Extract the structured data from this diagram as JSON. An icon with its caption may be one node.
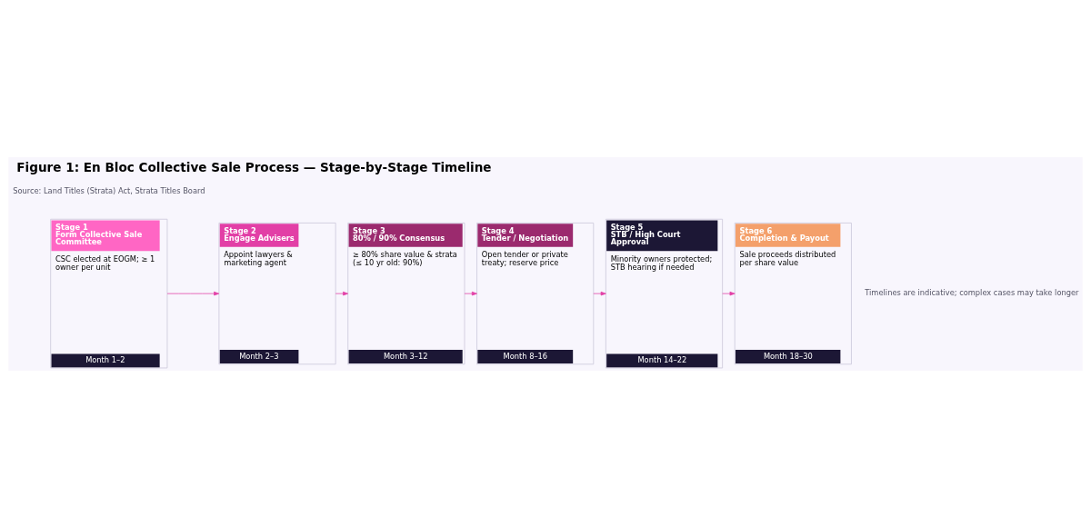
{
  "diagram": {
    "title": "Figure 1: En Bloc Collective Sale Process — Stage-by-Stage Timeline",
    "caption": "Timelines are indicative; complex cases may take longer",
    "nodes": [
      {
        "text": [
          "Stage 1",
          "Form Collective Sale Committee",
          "CSC elected at EOGM; ≥ 1 owner per unit",
          "Month 1–2"
        ]
      },
      {
        "text": [
          "Stage 2",
          "Engage Advisers",
          "Appoint lawyers & marketing agent",
          "Month 2–3"
        ]
      },
      {
        "text": [
          "Stage 3",
          "80% / 90% Consensus",
          "≥ 80% share value & strata (≤ 10 yr old: 90%)",
          "Month 3–12"
        ]
      },
      {
        "text": [
          "Stage 4",
          "Tender / Negotiation",
          "Open tender or private treaty; reserve price",
          "Month 8–16"
        ]
      },
      {
        "text": [
          "Stage 5",
          "STB / High Court Approval",
          "Minority owners protected; STB hearing if needed",
          "Month 14–22"
        ]
      },
      {
        "text": [
          "Stage 6",
          "Completion & Payout",
          "Sale proceeds distributed per share value",
          "Month 18–30"
        ]
      }
    ],
    "edges": [
      {
        "from": 0,
        "to": 1,
        "arrow": "to"
      },
      {
        "from": 1,
        "to": 2,
        "arrow": "to"
      },
      {
        "from": 2,
        "to": 3,
        "arrow": "to"
      },
      {
        "from": 3,
        "to": 4,
        "arrow": "to"
      },
      {
        "from": 4,
        "to": 5,
        "arrow": "to"
      }
    ],
    "labels": [
      "Source: Land Titles (Strata) Act, Strata Titles Board"
    ]
  }
}
